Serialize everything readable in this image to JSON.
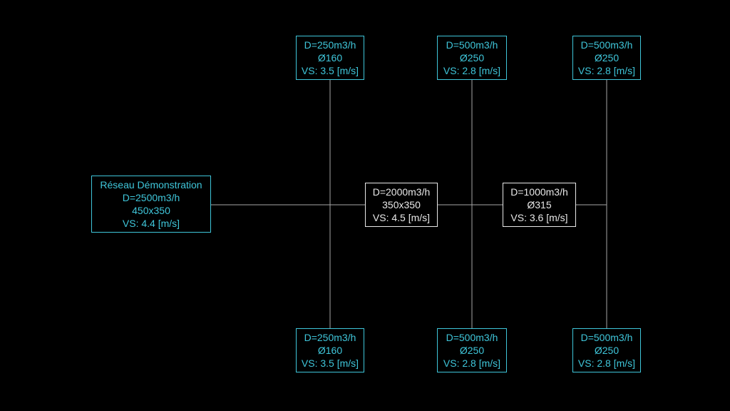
{
  "colors": {
    "background": "#000000",
    "cyan": "#3fc6da",
    "white": "#e8e8e8",
    "connector": "#a6a6a6"
  },
  "nodes": [
    {
      "id": "source-network",
      "lines": [
        "Réseau Démonstration",
        "D=2500m3/h",
        "450x350",
        "VS: 4.4 [m/s]"
      ]
    },
    {
      "id": "branch-top-1",
      "lines": [
        "D=250m3/h",
        "Ø160",
        "VS: 3.5 [m/s]"
      ]
    },
    {
      "id": "branch-top-2",
      "lines": [
        "D=500m3/h",
        "Ø250",
        "VS: 2.8 [m/s]"
      ]
    },
    {
      "id": "branch-top-3",
      "lines": [
        "D=500m3/h",
        "Ø250",
        "VS: 2.8 [m/s]"
      ]
    },
    {
      "id": "trunk-mid",
      "lines": [
        "D=2000m3/h",
        "350x350",
        "VS: 4.5 [m/s]"
      ]
    },
    {
      "id": "trunk-right",
      "lines": [
        "D=1000m3/h",
        "Ø315",
        "VS: 3.6 [m/s]"
      ]
    },
    {
      "id": "branch-bottom-1",
      "lines": [
        "D=250m3/h",
        "Ø160",
        "VS: 3.5 [m/s]"
      ]
    },
    {
      "id": "branch-bottom-2",
      "lines": [
        "D=500m3/h",
        "Ø250",
        "VS: 2.8 [m/s]"
      ]
    },
    {
      "id": "branch-bottom-3",
      "lines": [
        "D=500m3/h",
        "Ø250",
        "VS: 2.8 [m/s]"
      ]
    }
  ]
}
